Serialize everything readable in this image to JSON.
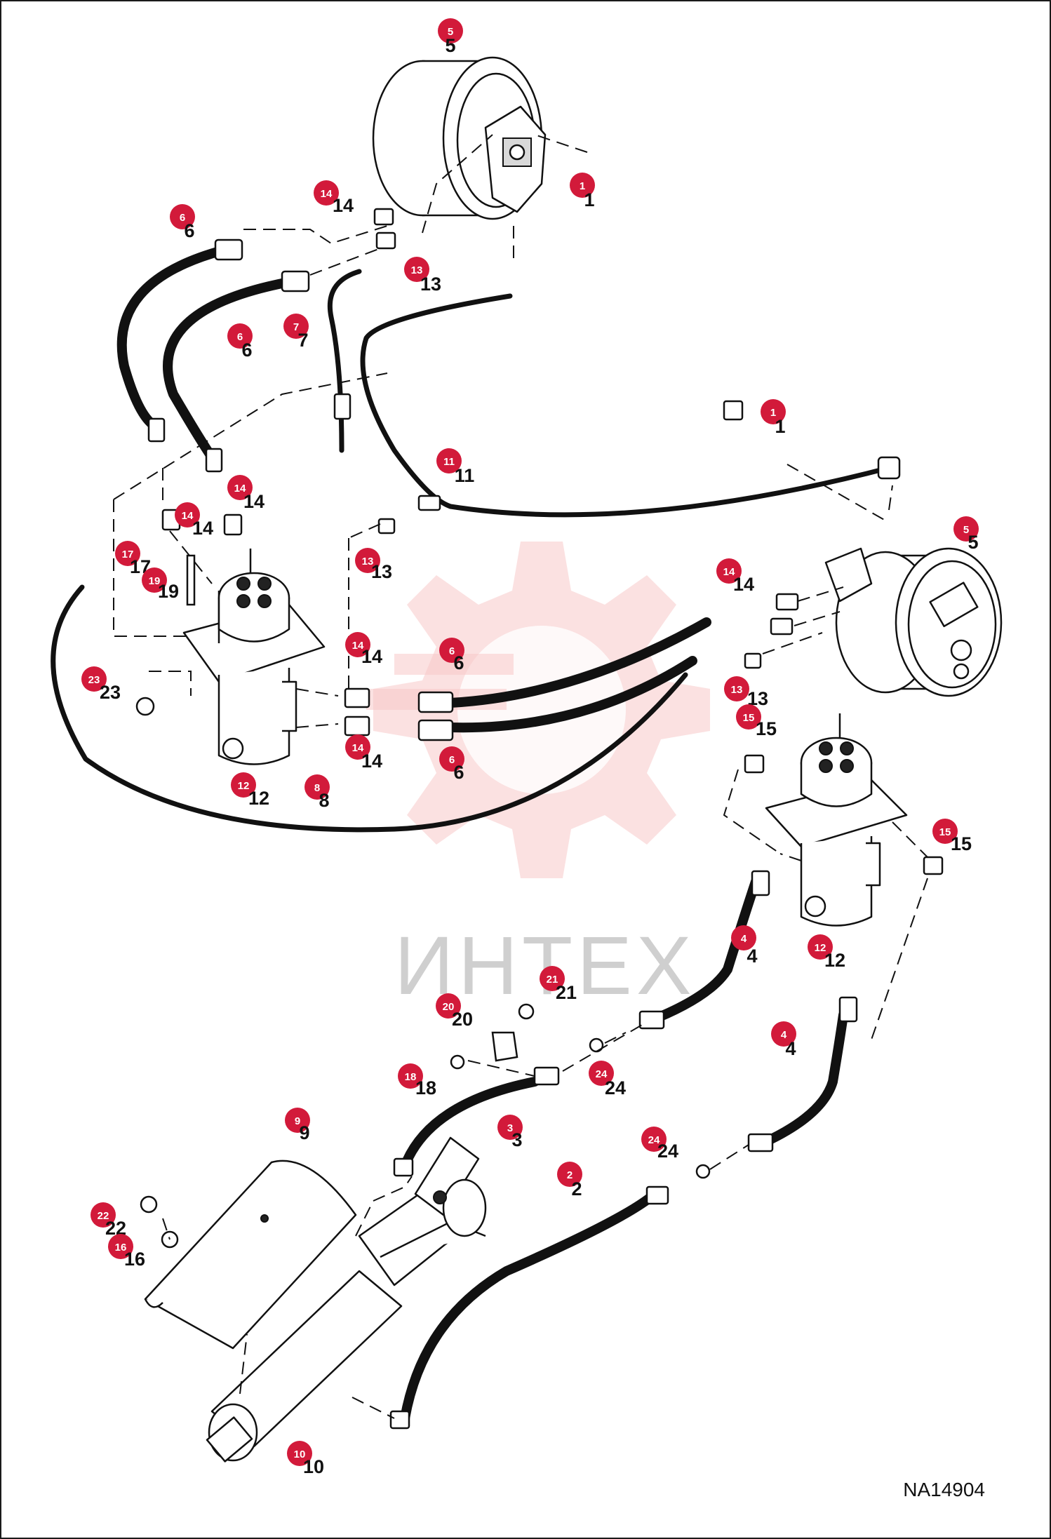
{
  "diagram_code": "NA14904",
  "watermark": "ИНТЕХ",
  "callouts": [
    {
      "id": "c1",
      "label": "5"
    },
    {
      "id": "c2",
      "label": "1"
    },
    {
      "id": "c3",
      "label": "14"
    },
    {
      "id": "c4",
      "label": "6"
    },
    {
      "id": "c5",
      "label": "13"
    },
    {
      "id": "c6",
      "label": "6"
    },
    {
      "id": "c7",
      "label": "7"
    },
    {
      "id": "c8",
      "label": "1"
    },
    {
      "id": "c9",
      "label": "11"
    },
    {
      "id": "c10",
      "label": "14"
    },
    {
      "id": "c11",
      "label": "14"
    },
    {
      "id": "c12",
      "label": "5"
    },
    {
      "id": "c13",
      "label": "17"
    },
    {
      "id": "c14",
      "label": "19"
    },
    {
      "id": "c15",
      "label": "13"
    },
    {
      "id": "c16",
      "label": "14"
    },
    {
      "id": "c17",
      "label": "23"
    },
    {
      "id": "c18",
      "label": "14"
    },
    {
      "id": "c19",
      "label": "6"
    },
    {
      "id": "c20",
      "label": "13"
    },
    {
      "id": "c21",
      "label": "15"
    },
    {
      "id": "c22",
      "label": "14"
    },
    {
      "id": "c23",
      "label": "6"
    },
    {
      "id": "c24",
      "label": "12"
    },
    {
      "id": "c25",
      "label": "8"
    },
    {
      "id": "c26",
      "label": "15"
    },
    {
      "id": "c27",
      "label": "4"
    },
    {
      "id": "c28",
      "label": "12"
    },
    {
      "id": "c29",
      "label": "21"
    },
    {
      "id": "c30",
      "label": "20"
    },
    {
      "id": "c31",
      "label": "18"
    },
    {
      "id": "c32",
      "label": "24"
    },
    {
      "id": "c33",
      "label": "4"
    },
    {
      "id": "c34",
      "label": "3"
    },
    {
      "id": "c35",
      "label": "9"
    },
    {
      "id": "c36",
      "label": "24"
    },
    {
      "id": "c37",
      "label": "2"
    },
    {
      "id": "c38",
      "label": "22"
    },
    {
      "id": "c39",
      "label": "16"
    },
    {
      "id": "c40",
      "label": "10"
    }
  ]
}
